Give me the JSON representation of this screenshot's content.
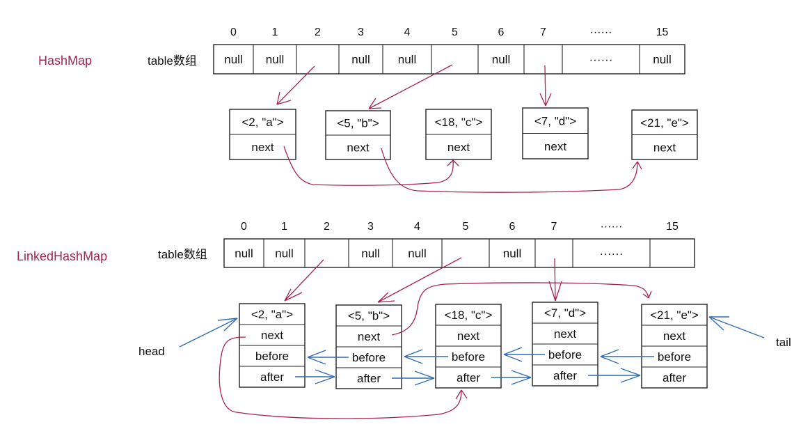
{
  "colors": {
    "title": "#a8234f",
    "pointer_red": "#a8234f",
    "pointer_blue": "#2f6db5"
  },
  "hashmap": {
    "title": "HashMap",
    "table_label": "table数组",
    "indices": [
      "0",
      "1",
      "2",
      "3",
      "4",
      "5",
      "6",
      "7",
      "······",
      "15"
    ],
    "cells": [
      "null",
      "null",
      "",
      "null",
      "null",
      "",
      "null",
      "",
      "······",
      "null"
    ],
    "nodes": [
      {
        "entry": "<2, \"a\">",
        "fields": [
          "next"
        ]
      },
      {
        "entry": "<5, \"b\">",
        "fields": [
          "next"
        ]
      },
      {
        "entry": "<18, \"c\">",
        "fields": [
          "next"
        ]
      },
      {
        "entry": "<7, \"d\">",
        "fields": [
          "next"
        ]
      },
      {
        "entry": "<21, \"e\">",
        "fields": [
          "next"
        ]
      }
    ]
  },
  "linkedhashmap": {
    "title": "LinkedHashMap",
    "table_label": "table数组",
    "indices": [
      "0",
      "1",
      "2",
      "3",
      "4",
      "5",
      "6",
      "7",
      "······",
      "15"
    ],
    "cells": [
      "null",
      "null",
      "",
      "null",
      "null",
      "",
      "null",
      "",
      "······",
      ""
    ],
    "nodes": [
      {
        "entry": "<2, \"a\">",
        "fields": [
          "next",
          "before",
          "after"
        ]
      },
      {
        "entry": "<5, \"b\">",
        "fields": [
          "next",
          "before",
          "after"
        ]
      },
      {
        "entry": "<18, \"c\">",
        "fields": [
          "next",
          "before",
          "after"
        ]
      },
      {
        "entry": "<7, \"d\">",
        "fields": [
          "next",
          "before",
          "after"
        ]
      },
      {
        "entry": "<21, \"e\">",
        "fields": [
          "next",
          "before",
          "after"
        ]
      }
    ],
    "head_label": "head",
    "tail_label": "tail"
  }
}
